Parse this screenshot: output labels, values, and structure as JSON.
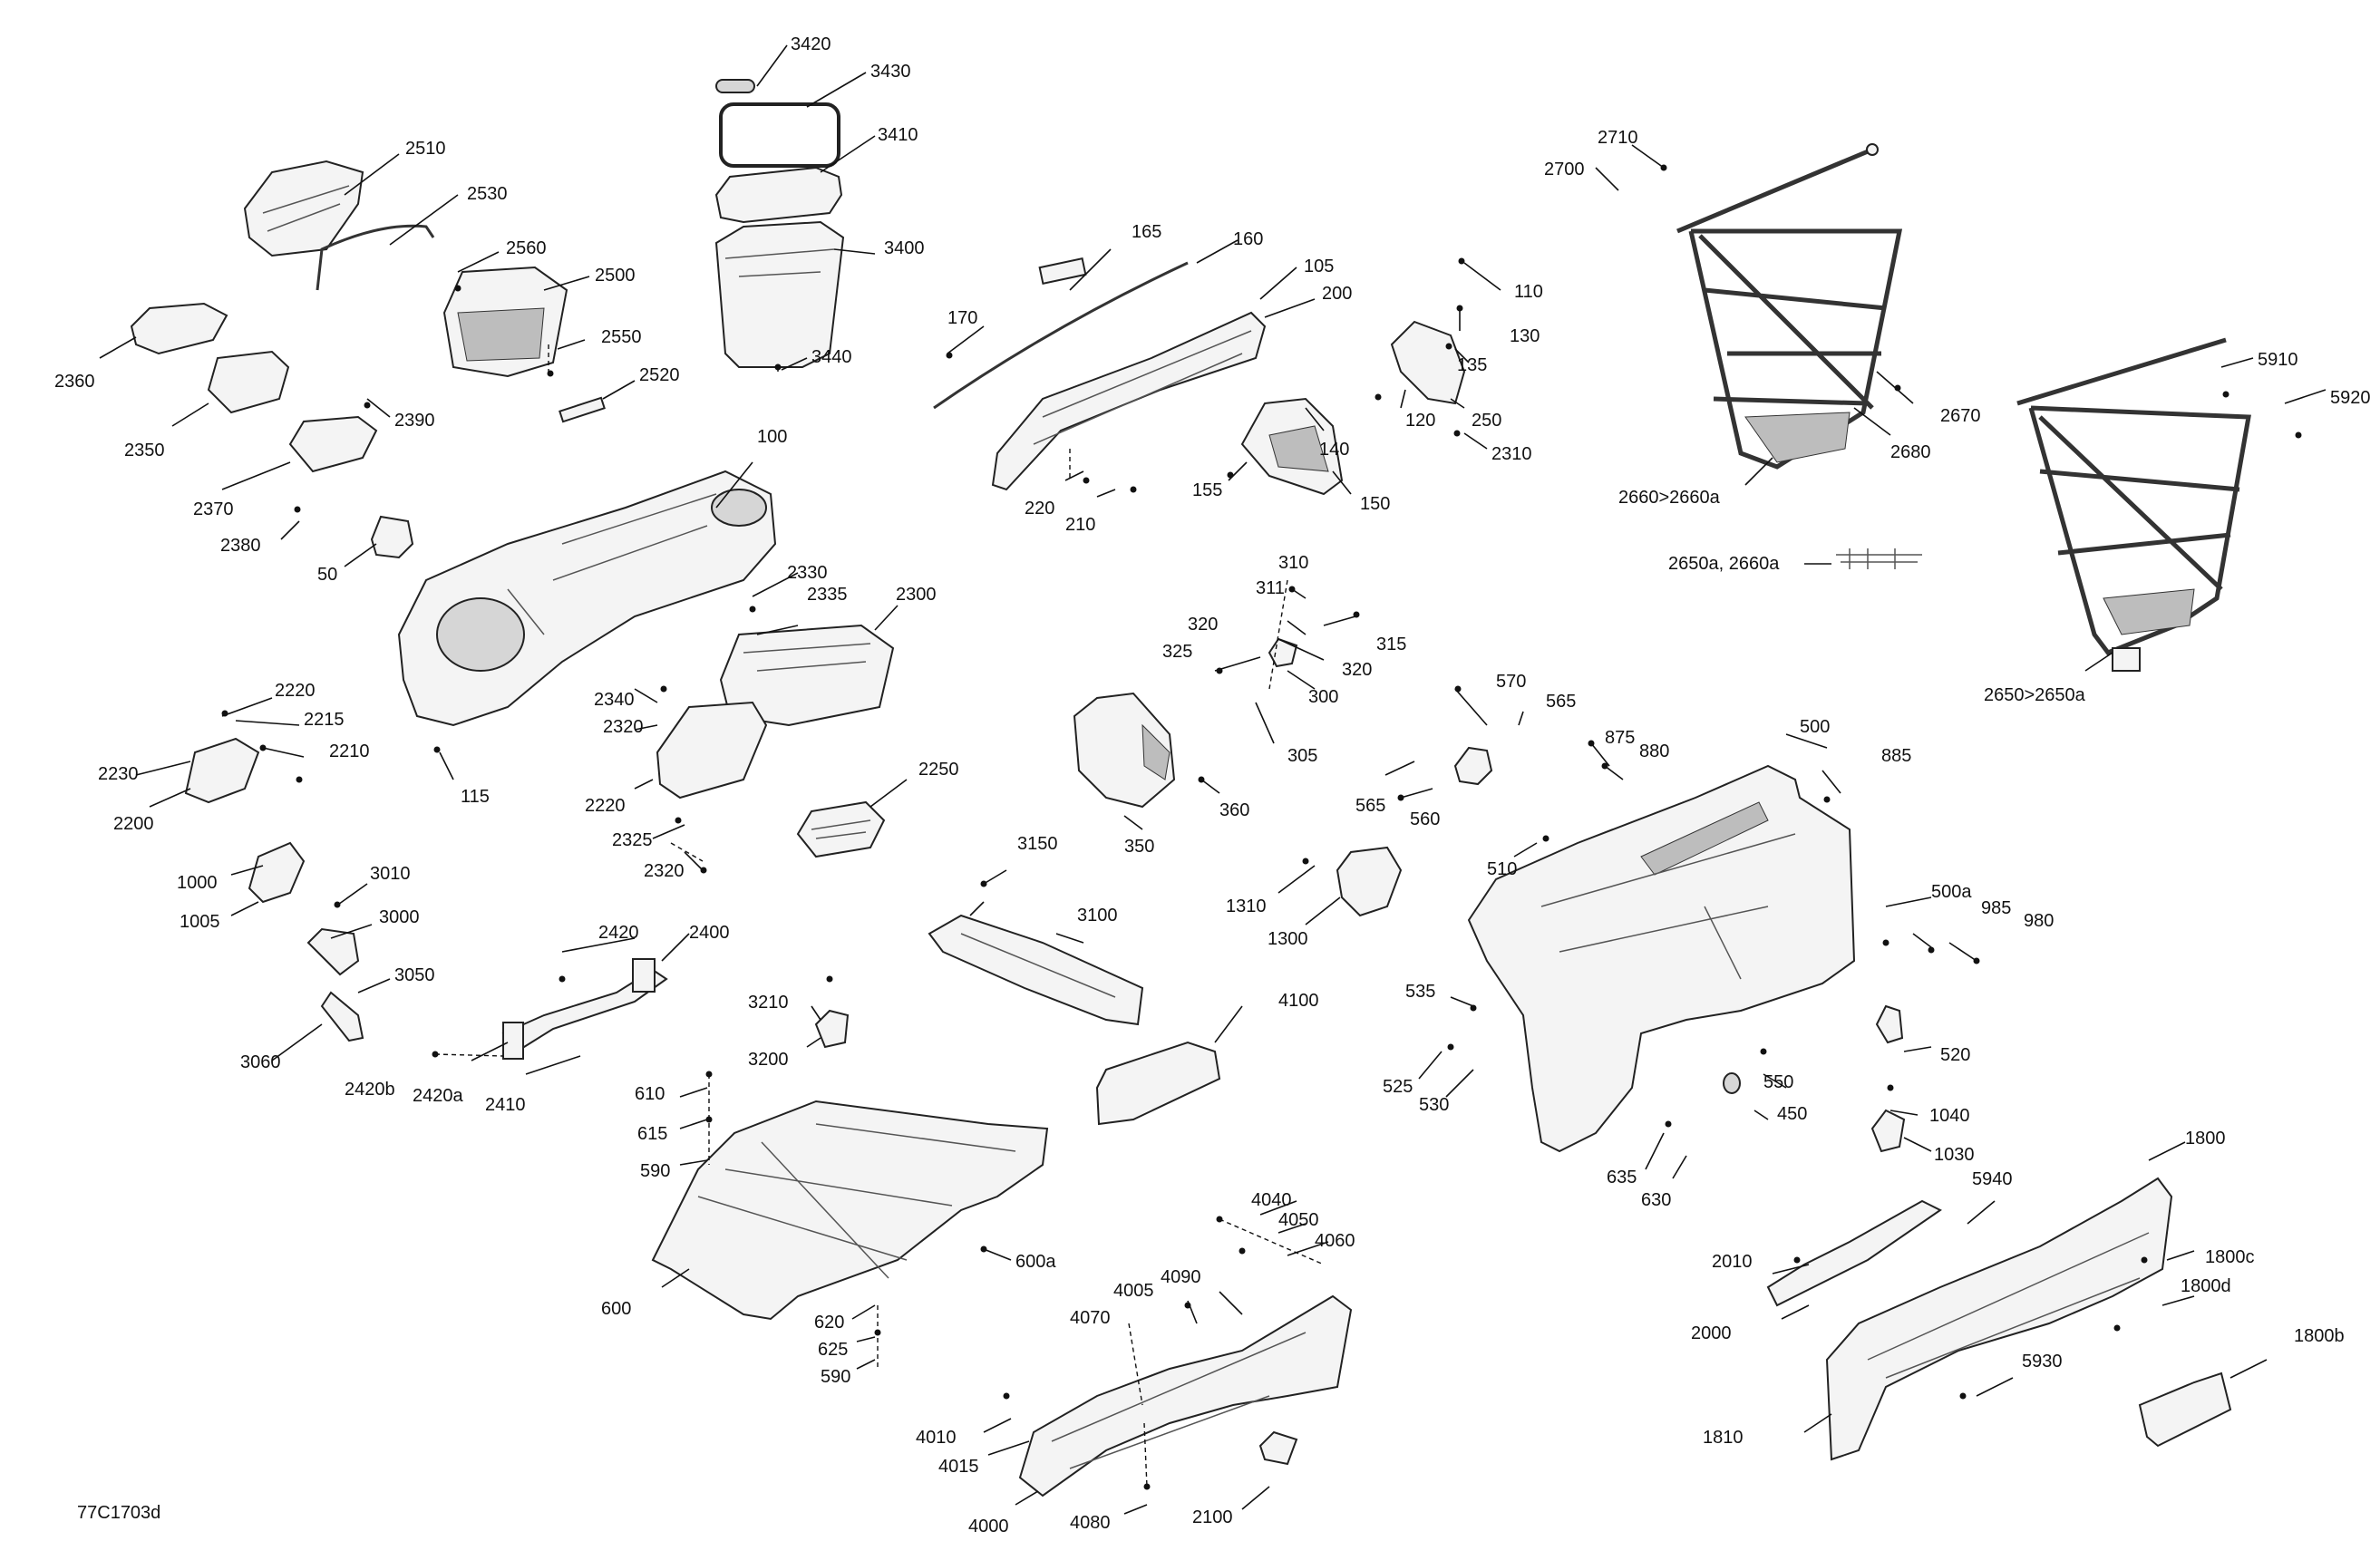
{
  "drawing_code": "77C1703d",
  "legend": {
    "text": "2650a, 2660a"
  },
  "callouts": {
    "c3420": "3420",
    "c3430": "3430",
    "c3410": "3410",
    "c3400": "3400",
    "c3440": "3440",
    "c2510": "2510",
    "c2530": "2530",
    "c2560": "2560",
    "c2500": "2500",
    "c2550": "2550",
    "c2520": "2520",
    "c2390": "2390",
    "c2360": "2360",
    "c2350": "2350",
    "c2370": "2370",
    "c2380": "2380",
    "c50": "50",
    "c100": "100",
    "c115": "115",
    "c2330": "2330",
    "c2335": "2335",
    "c2300": "2300",
    "c2340": "2340",
    "c2320a": "2320",
    "c2220a": "2220",
    "c2325": "2325",
    "c2320b": "2320",
    "c2220b": "2220",
    "c2215": "2215",
    "c2210": "2210",
    "c2230": "2230",
    "c2200": "2200",
    "c2250": "2250",
    "c1000": "1000",
    "c1005": "1005",
    "c3010": "3010",
    "c3000": "3000",
    "c3050": "3050",
    "c3060": "3060",
    "c2420": "2420",
    "c2400": "2400",
    "c2420b": "2420b",
    "c2420a": "2420a",
    "c2410": "2410",
    "c165": "165",
    "c160": "160",
    "c105": "105",
    "c200": "200",
    "c170": "170",
    "c220": "220",
    "c210": "210",
    "c110": "110",
    "c130": "130",
    "c135": "135",
    "c120": "120",
    "c250": "250",
    "c2310": "2310",
    "c140": "140",
    "c150": "150",
    "c155": "155",
    "c310": "310",
    "c311": "311",
    "c320a": "320",
    "c315": "315",
    "c325": "325",
    "c320b": "320",
    "c300": "300",
    "c305": "305",
    "c350": "350",
    "c360": "360",
    "c3150": "3150",
    "c3100": "3100",
    "c3210": "3210",
    "c3200": "3200",
    "c1310": "1310",
    "c1300": "1300",
    "c4100": "4100",
    "c610": "610",
    "c615": "615",
    "c590a": "590",
    "c600a": "600a",
    "c600": "600",
    "c620": "620",
    "c625": "625",
    "c590b": "590",
    "c4040": "4040",
    "c4050": "4050",
    "c4060": "4060",
    "c4005": "4005",
    "c4090": "4090",
    "c4070": "4070",
    "c4010": "4010",
    "c4015": "4015",
    "c4000": "4000",
    "c4080": "4080",
    "c2100": "2100",
    "c570": "570",
    "c565a": "565",
    "c565b": "565",
    "c560": "560",
    "c875": "875",
    "c880": "880",
    "c500": "500",
    "c885": "885",
    "c510": "510",
    "c500a": "500a",
    "c985": "985",
    "c980": "980",
    "c535": "535",
    "c525": "525",
    "c530": "530",
    "c520": "520",
    "c550": "550",
    "c450": "450",
    "c635": "635",
    "c630": "630",
    "c1040": "1040",
    "c1030": "1030",
    "c2710": "2710",
    "c2700": "2700",
    "c2670": "2670",
    "c2680": "2680",
    "c2660": "2660>2660a",
    "c5910": "5910",
    "c5920": "5920",
    "c2650": "2650>2650a",
    "c1800": "1800",
    "c5940": "5940",
    "c1800c": "1800c",
    "c1800d": "1800d",
    "c2010": "2010",
    "c2000": "2000",
    "c5930": "5930",
    "c1810": "1810",
    "c1800b": "1800b"
  }
}
